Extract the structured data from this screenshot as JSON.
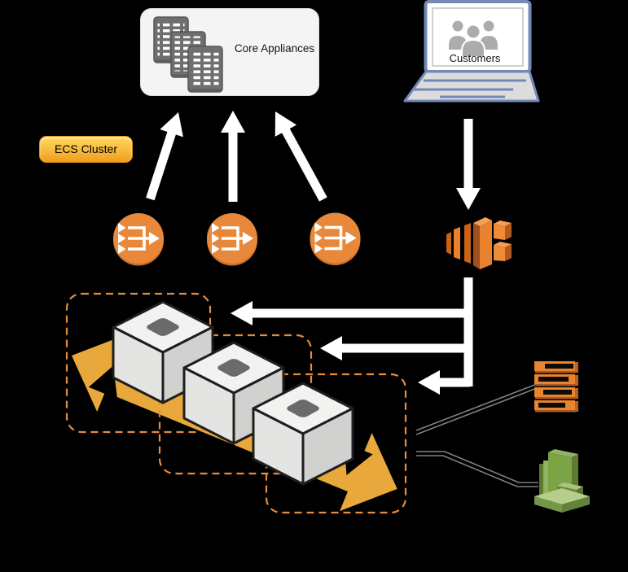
{
  "background_color": "#000000",
  "nodes": {
    "core_appliances": {
      "label": "Core Appliances"
    },
    "customers": {
      "label": "Customers"
    },
    "ecs_cluster_badge": {
      "label": "ECS Cluster"
    },
    "ecs_services": {
      "count": 3
    },
    "container_instances": {
      "count": 3
    },
    "task_stack_bars": {
      "count": 4
    }
  },
  "icons": {
    "core_appliances": "server-grid-stack-icon",
    "customers": "laptop-with-users-icon",
    "ecs_service": "scale-out-arrows-icon",
    "ecs": "amazon-ecs-cube-icon",
    "container_instance": "container-cube-icon",
    "task_stack": "orange-rack-icon",
    "enterprise": "green-building-icon"
  },
  "colors": {
    "aws_orange": "#E8832F",
    "service_circle_orange": "#E8883A",
    "dashed_border_orange": "#E78C3C",
    "flow_arrow_gold": "#E9A83C",
    "badge_gold_top": "#FDD75E",
    "badge_gold_bottom": "#EE9E1C",
    "laptop_blue": "#7589B7",
    "building_green": "#7CA344",
    "arrow_white": "#FFFFFF"
  }
}
